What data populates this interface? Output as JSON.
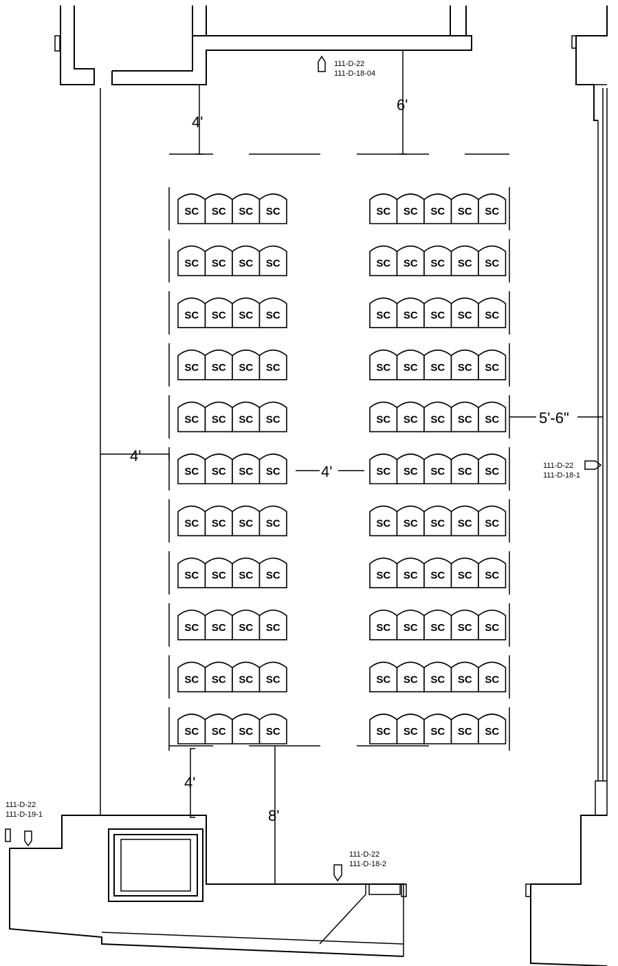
{
  "seating": {
    "chair_label": "SC",
    "left_block_columns": 4,
    "right_block_columns": 5,
    "rows": 11
  },
  "dimensions": {
    "top_left": "4'",
    "top_right": "6'",
    "left_aisle": "4'",
    "center_aisle": "4'",
    "right_aisle": "5'-6\"",
    "bottom_left": "4'",
    "bottom_center": "8'"
  },
  "references": {
    "top": {
      "line1": "111-D-22",
      "line2": "111-D-18-04"
    },
    "right": {
      "line1": "111-D-22",
      "line2": "111-D-18-1"
    },
    "bottom_left": {
      "line1": "111-D-22",
      "line2": "111-D-19-1"
    },
    "bottom_center": {
      "line1": "111-D-22",
      "line2": "111-D-18-2"
    }
  }
}
